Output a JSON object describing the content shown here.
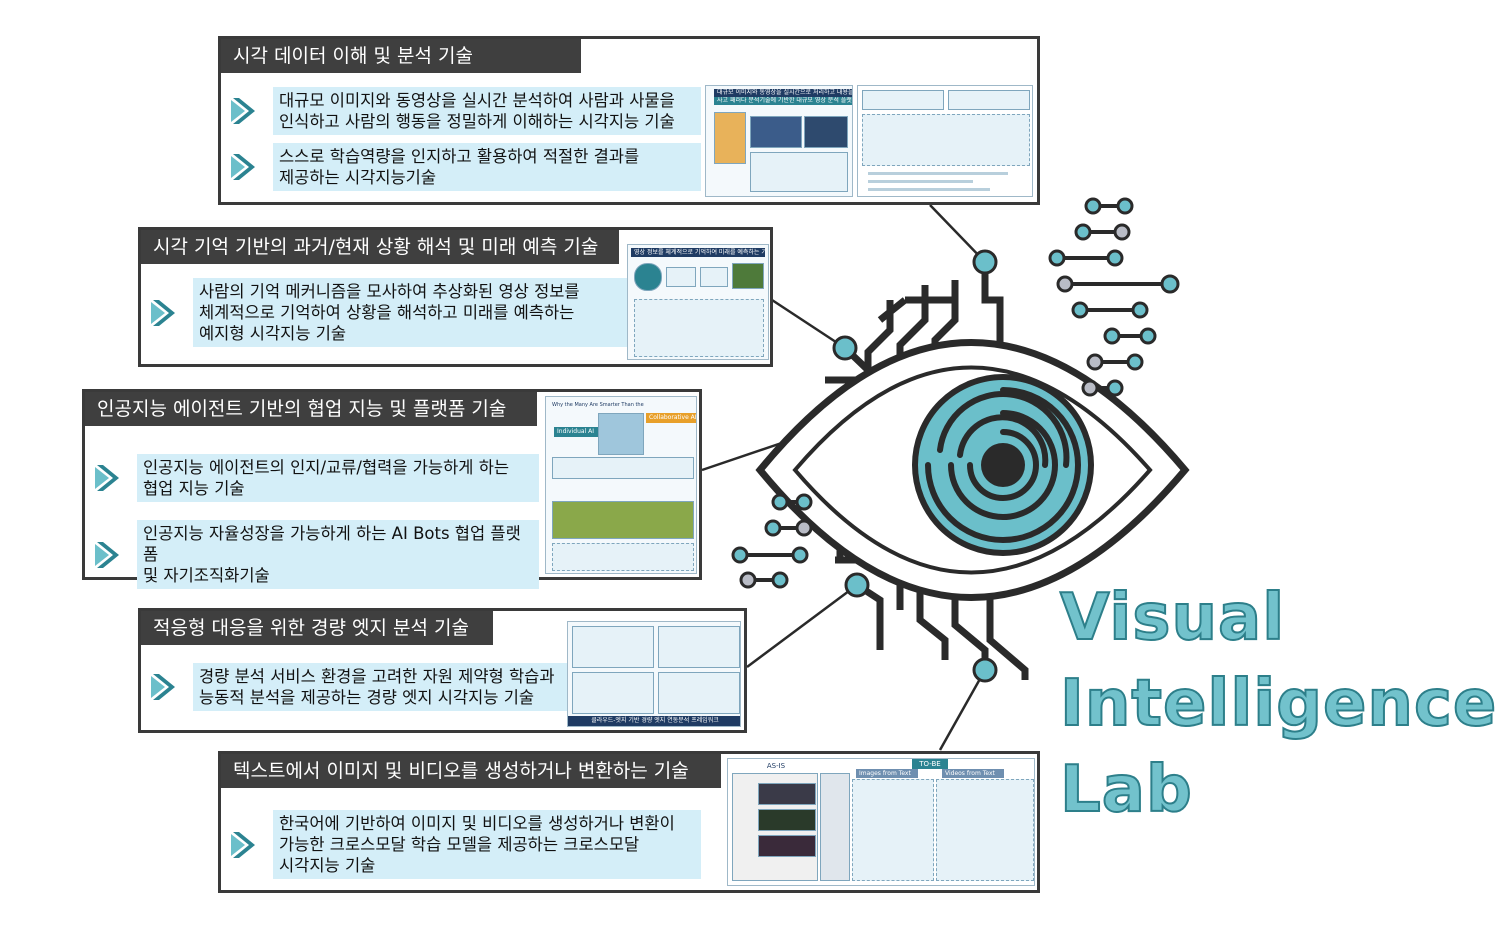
{
  "lab_name": {
    "line1": "Visual",
    "line2": "Intelligence",
    "line3": "Lab"
  },
  "colors": {
    "accent": "#6bbfca",
    "accent_dark": "#2b8391",
    "box": "#d4eef8",
    "title_bg": "#3f3f3f",
    "node_gray": "#b9bcc6"
  },
  "sections": [
    {
      "title": "시각 데이터 이해 및 분석 기술",
      "items": [
        [
          "대규모 이미지와 동영상을 실시간 분석하여 사람과 사물을",
          "인식하고 사람의 행동을 정밀하게 이해하는 시각지능 기술"
        ],
        [
          "스스로 학습역량을 인지하고 활용하여 적절한 결과를",
          "제공하는 시각지능기술"
        ]
      ],
      "thumb_labels": [
        "대규모 이미지와 동영상을 실시간으로 처리하고 내용을 분석하는",
        "사고 패러다 분석기술에 기반한 대규모 영상 분석 플랫폼 개발"
      ]
    },
    {
      "title": "시각 기억 기반의 과거/현재 상황 해석 및 미래 예측 기술",
      "items": [
        [
          "사람의 기억 메커니즘을 모사하여 추상화된 영상 정보를",
          "체계적으로 기억하여 상황을 해석하고 미래를 예측하는",
          "예지형 시각지능 기술"
        ]
      ],
      "thumb_labels": [
        "영상 정보를 체계적으로 기억하여 미래를 예측하는 기술"
      ]
    },
    {
      "title": "인공지능 에이전트 기반의 협업 지능 및 플랫폼 기술",
      "items": [
        [
          "인공지능 에이전트의 인지/교류/협력을 가능하게 하는",
          "협업 지능 기술"
        ],
        [
          "인공지능 자율성장을 가능하게 하는 AI Bots 협업 플랫폼",
          "및 자기조직화기술"
        ]
      ],
      "thumb_labels": [
        "Why the Many Are Smarter Than the Few",
        "Individual AI",
        "Collaborative AI"
      ]
    },
    {
      "title": "적응형 대응을 위한 경량 엣지 분석 기술",
      "items": [
        [
          "경량 분석 서비스 환경을 고려한 자원 제약형 학습과",
          "능동적 분석을 제공하는 경량 엣지 시각지능 기술"
        ]
      ],
      "thumb_labels": [
        "클라우드-엣지 기반 경량 엣지 연동분석 프레임워크"
      ]
    },
    {
      "title": "텍스트에서 이미지 및 비디오를 생성하거나 변환하는 기술",
      "items": [
        [
          "한국어에 기반하여 이미지 및 비디오를 생성하거나 변환이",
          "가능한 크로스모달 학습 모델을 제공하는 크로스모달",
          "시각지능 기술"
        ]
      ],
      "thumb_labels": [
        "AS-IS",
        "TO-BE",
        "Images from Text",
        "Videos from Text"
      ]
    }
  ]
}
